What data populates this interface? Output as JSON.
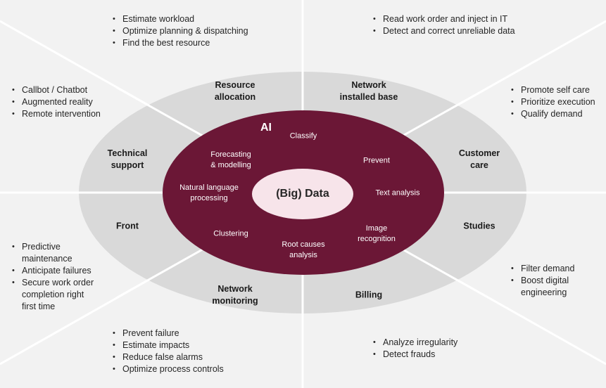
{
  "colors": {
    "background_quadrant": "#f2f2f2",
    "outer_ring": "#d9d9d9",
    "inner_ai": "#6b1736",
    "core": "#f7e4ea",
    "divider": "#ffffff"
  },
  "core": {
    "label": "(Big) Data"
  },
  "ai": {
    "title": "AI",
    "items": [
      "Classify",
      "Forecasting\n& modelling",
      "Prevent",
      "Natural language\nprocessing",
      "Text analysis",
      "Clustering",
      "Image\nrecognition",
      "Root causes\nanalysis"
    ]
  },
  "segments": [
    {
      "label": "Resource\nallocation"
    },
    {
      "label": "Network\ninstalled base"
    },
    {
      "label": "Technical\nsupport"
    },
    {
      "label": "Customer\ncare"
    },
    {
      "label": "Front"
    },
    {
      "label": "Studies"
    },
    {
      "label": "Network\nmonitoring"
    },
    {
      "label": "Billing"
    }
  ],
  "bullet_groups": {
    "top_left": [
      "Estimate workload",
      "Optimize planning & dispatching",
      "Find the best resource"
    ],
    "top_right": [
      "Read work order and inject in IT",
      "Detect and correct unreliable data"
    ],
    "left_upper": [
      "Callbot / Chatbot",
      "Augmented reality",
      "Remote intervention"
    ],
    "right_upper": [
      "Promote self care",
      "Prioritize execution",
      "Qualify demand"
    ],
    "left_lower": [
      "Predictive maintenance",
      "Anticipate failures",
      "Secure work order completion right first time"
    ],
    "right_lower": [
      "Filter demand",
      "Boost digital engineering"
    ],
    "bottom_left": [
      "Prevent failure",
      "Estimate impacts",
      "Reduce false alarms",
      "Optimize process controls"
    ],
    "bottom_right": [
      "Analyze irregularity",
      "Detect frauds"
    ]
  }
}
